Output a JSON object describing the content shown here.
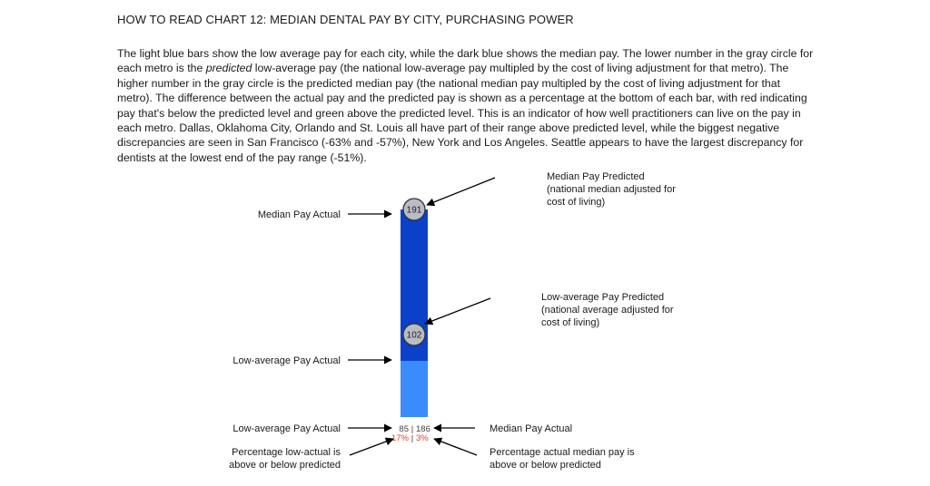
{
  "header": {
    "title": "HOW TO READ CHART 12: MEDIAN DENTAL PAY BY CITY, PURCHASING POWER",
    "desc_part1": "The light blue bars show the low average pay for each city, while the dark blue shows the median pay. The lower number in the gray circle for each metro is the ",
    "desc_italic": "predicted",
    "desc_part2": " low-average pay (the national low-average pay multipled by the cost of living adjustment for that metro). The higher number in the gray circle is the predicted median pay (the national median pay multipled by the cost of living adjustment for that metro). The difference between the actual pay and the predicted pay is shown as a percentage at the bottom of each bar, with red indicating pay that's below the predicted level and green above the predicted level. This is an indicator of how well practitioners can live on the pay in each metro. Dallas, Oklahoma City, Orlando and St. Louis all have part of their range above predicted level, while the biggest negative discrepancies are seen in San Francisco (-63% and -57%), New York and Los Angeles. Seattle appears to have the largest discrepancy for dentists at the lowest end of the pay range (-51%)."
  },
  "diagram": {
    "median_predicted": "191",
    "low_predicted": "102",
    "low_actual": "85",
    "median_actual": "186",
    "sep": "|",
    "low_pct": "17%",
    "median_pct": "3%",
    "labels": {
      "median_actual_left": "Median Pay Actual",
      "median_pred_line1": "Median Pay Predicted",
      "median_pred_line2": "(national median adjusted for",
      "median_pred_line3": "cost of living)",
      "low_pred_line1": "Low-average Pay Predicted",
      "low_pred_line2": "(national average adjusted for",
      "low_pred_line3": "cost of living)",
      "low_actual_left": "Low-average Pay Actual",
      "low_actual_bottom": "Low-average Pay Actual",
      "median_actual_bottom": "Median Pay Actual",
      "pct_low_line1": "Percentage low-actual is",
      "pct_low_line2": "above or below predicted",
      "pct_med_line1": "Percentage actual median pay is",
      "pct_med_line2": "above or below predicted"
    },
    "colors": {
      "dark_bar": "#0a41c8",
      "light_bar": "#3a8cfd",
      "circle": "#b9bcc4",
      "pct_red": "#e0402d"
    }
  }
}
